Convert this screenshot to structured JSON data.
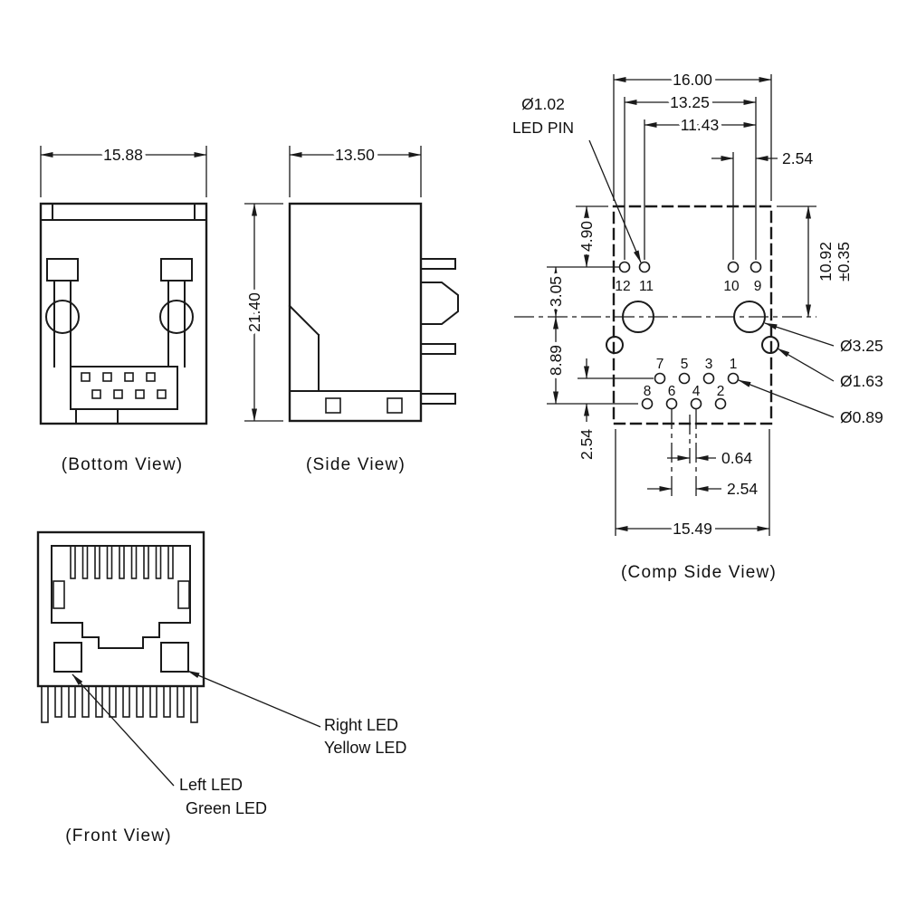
{
  "bottom_view": {
    "label": "(Bottom View)",
    "dim_width": "15.88"
  },
  "side_view": {
    "label": "(Side View)",
    "dim_width": "13.50",
    "dim_height": "21.40"
  },
  "comp_view": {
    "label": "(Comp Side View)",
    "dim_overall_width": "16.00",
    "dim_led_outer": "13.25",
    "dim_led_inner": "11.43",
    "dim_led_pitch": "2.54",
    "dim_top_to_led_row": "4.90",
    "dim_led_row_to_center": "3.05",
    "dim_center_to_pin_row": "8.89",
    "dim_pin_row_offset": "2.54",
    "dim_top_to_center": "10.92",
    "dim_top_to_center_tol": "±0.35",
    "dia_post": "Ø3.25",
    "dia_peg": "Ø1.63",
    "dia_pin": "Ø0.89",
    "led_pin_dia": "Ø1.02",
    "led_pin_label": "LED PIN",
    "dim_pin_offset": "0.64",
    "dim_pin_pitch": "2.54",
    "dim_pin_span": "15.49",
    "pins_led": [
      "12",
      "11",
      "10",
      "9"
    ],
    "pins_mid": [
      "7",
      "5",
      "3",
      "1"
    ],
    "pins_bottom": [
      "8",
      "6",
      "4",
      "2"
    ]
  },
  "front_view": {
    "label": "(Front View)",
    "right_led_title": "Right LED",
    "right_led_color": "Yellow LED",
    "left_led_title": "Left LED",
    "left_led_color": "Green LED"
  }
}
